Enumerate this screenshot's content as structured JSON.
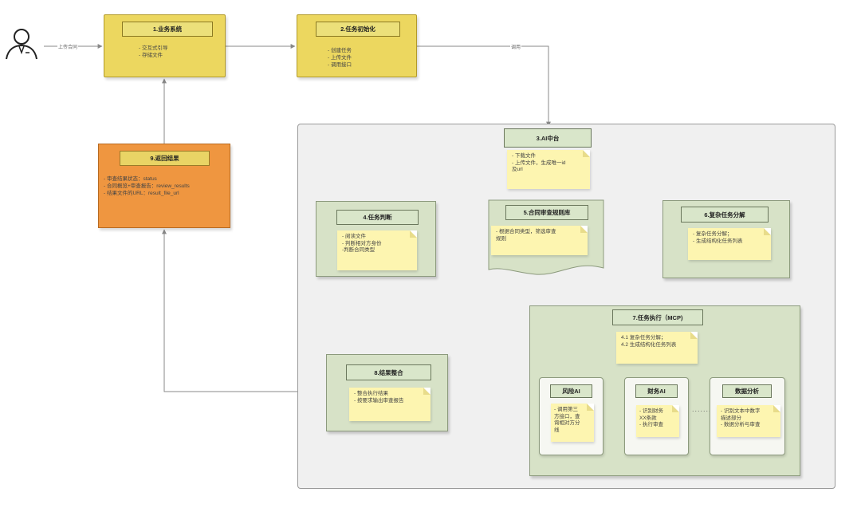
{
  "user_icon": "user-icon",
  "colors": {
    "yellow": "#ecd75f",
    "orange": "#ef9640",
    "green": "#d7e2c7",
    "note": "#fdf5b0",
    "region": "#f0f0f0"
  },
  "edges": {
    "upload_contract": "上传合同",
    "call": "调用"
  },
  "b1": {
    "title": "1.业务系统",
    "lines": [
      "- 交互式引导",
      "- 存储文件"
    ]
  },
  "b2": {
    "title": "2.任务初始化",
    "lines": [
      "- 创建任务",
      "- 上传文件",
      "- 调用接口"
    ]
  },
  "b3": {
    "title": "3.AI中台",
    "lines": [
      "- 下载文件",
      "- 上传文件，生成唯一id",
      "及url"
    ]
  },
  "b4": {
    "title": "4.任务判断",
    "lines": [
      "- 阅读文件",
      "- 判断相对方身份",
      "-判断合同类型"
    ]
  },
  "b5": {
    "title": "5.合同审查规则库",
    "lines": [
      "- 根据合同类型，筛选审查",
      "规则"
    ]
  },
  "b6": {
    "title": "6.复杂任务分解",
    "lines": [
      "- 复杂任务分解；",
      "- 生成结构化任务列表"
    ]
  },
  "b7": {
    "title": "7.任务执行（MCP)",
    "lines": [
      "4.1 复杂任务分解；",
      "4.2 生成结构化任务列表"
    ],
    "ellipsis": ".........",
    "agents": [
      {
        "title": "风险AI",
        "lines": [
          "- 调用第三",
          "方接口，查",
          "询相对方分",
          "线"
        ]
      },
      {
        "title": "财务AI",
        "lines": [
          "- 识别财务",
          "XX条款",
          "- 执行审查"
        ]
      },
      {
        "title": "数据分析",
        "lines": [
          "- 识别文本中数字",
          "描述部分",
          "- 数据分析与审查"
        ]
      }
    ]
  },
  "b8": {
    "title": "8.结果整合",
    "lines": [
      "- 整合执行结果",
      "- 按要求输出审查报告"
    ]
  },
  "b9": {
    "title": "9.返回结果",
    "lines": [
      "- 审查结果状态：status",
      "- 合同概览+审查报告：review_results",
      "- 结果文件的URL：result_file_url"
    ]
  }
}
